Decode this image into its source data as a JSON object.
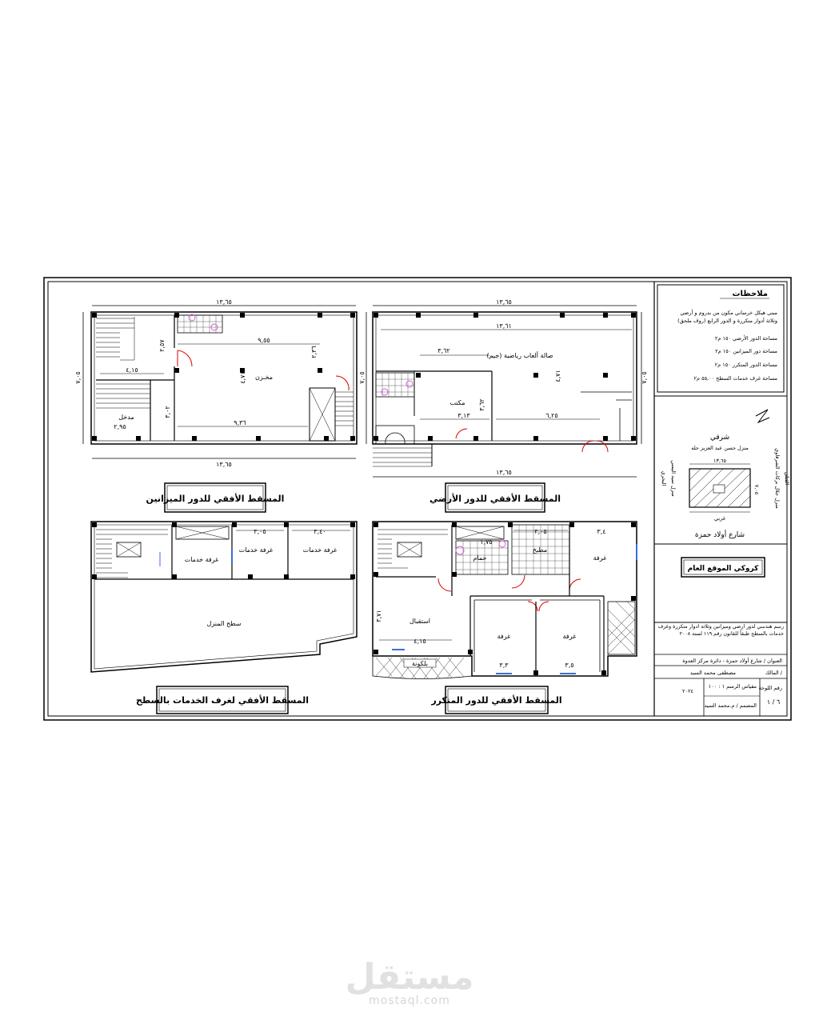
{
  "plans": {
    "ground": {
      "title": "المسقط الأفقي للدور الميزانين",
      "dim_top": "١٣,٦٥",
      "dim_bottom": "١٣,٦٥",
      "dim_side": "٧,٠٥",
      "dim_inner_top": "٩,٥٥",
      "dim_inner_bottom": "٩,٣٦",
      "dim_stair": "٢,٥٧",
      "dim_a": "٤,١٥",
      "dim_b": "٣,٠٢",
      "dim_c": "٢,٩٥",
      "dim_d": "٤,٧١",
      "dim_e": "٢,٣٦",
      "room_store": "مخـزن",
      "room_entry": "مدخل"
    },
    "first": {
      "title": "المسقط الأفقي للدور الأرضي",
      "dim_top": "١٣,٦٥",
      "dim_bottom": "١٣,٦٥",
      "dim_side": "٧,٠٥",
      "dim_inner_top": "١٣,٦١",
      "dim_a": "٣,٦٢",
      "dim_b": "٣,١٣",
      "dim_c": "٦,٢٥",
      "dim_d": "٤,٧١",
      "dim_e": "٣,٦٢",
      "room_hall": "صالة ألعاب رياضية (جيم)",
      "room_office": "مكتب"
    },
    "roof": {
      "title": "المسقط الأفقي لغرف الخدمات بالسطح",
      "dim_a": "٣,٠٥",
      "dim_b": "٣,٤٠",
      "room_service1": "غرفة خدمات",
      "room_service2": "غرفة خدمات",
      "room_service3": "غرفة خدمات",
      "room_roof": "سطح المنزل"
    },
    "typical": {
      "title": "المسقط الأفقي للدور المتكرر",
      "dim_a": "٣,٠٥",
      "dim_b": "٣,٤",
      "dim_c": "٤,١٥",
      "dim_d": "٣,٣",
      "dim_e": "٣,٥",
      "dim_f": "٣,٧١",
      "dim_g": "١,٧٥",
      "room_kitchen": "مطبخ",
      "room_bath": "حمام",
      "room_reception": "استقبال",
      "room_bed1": "غرفة",
      "room_bed2": "غرفة",
      "room_bed3": "غرفة",
      "room_balcony": "بلكونة"
    }
  },
  "notes": {
    "heading": "ملاحظات",
    "line1": "مبنى هيكل خرساني مكون من بدروم و أرضي",
    "line2": "وثلاثة أدوار متكررة و الدور الرابع (روف ملحق)",
    "area1": "مساحة الدور الأرضي ١٥٠ م٢",
    "area2": "مساحة دور الميزانين ١٥٠ م٢",
    "area3": "مساحة الدور المتكرر ١٥٠ م٢",
    "area4": "مساحة غرف خدمات السطح ٥٥,٠٠ م٢"
  },
  "site": {
    "north": "شرقي",
    "neighbor_top": "منزل حسن عبد العزيز حله",
    "neighbor_left": "منزل سيد اليمني",
    "neighbor_right": "منزل جلال بركات الشرقاوي",
    "street": "شارع أولاد حمزة",
    "dim_w": "١٣,٦٥",
    "dim_h": "٧,٠٥",
    "side_left": "البحري",
    "side_right": "القبلي",
    "side_bottom": "غربي"
  },
  "title_block": {
    "sheet_title": "كروكي الموقع العام",
    "description": "رسم هندسي لدور أرضي وميزانين وثلاثة أدوار متكررة وغرف خدمات بالسطح طبقاً للقانون رقم ١١٩ لسنة ٢٠٠٨",
    "address": "العنوان / شارع أولاد حمزة - دائرة مركز العدوة",
    "owner_label": "المالك /",
    "owner": "مصطفى محمد السيد",
    "scale": "مقياس الرسم ١ : ١٠٠",
    "drawn_by": "المصمم / م.محمد السيد",
    "sheet_no_label": "رقم اللوحة",
    "sheet_no": "٦ / ١",
    "date": "٢٠٢٤"
  },
  "watermark": {
    "brand": "مستقل",
    "site": "mostaql.com"
  }
}
